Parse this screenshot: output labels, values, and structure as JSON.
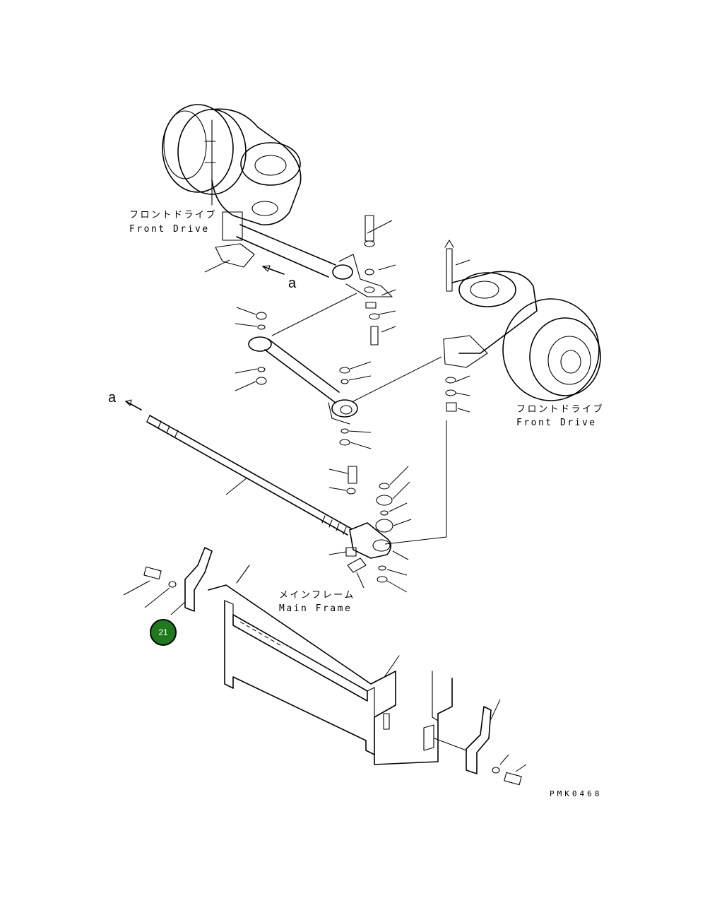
{
  "labels": {
    "front_drive_left_jp": "フロントドライブ",
    "front_drive_left_en": "Front Drive",
    "front_drive_right_jp": "フロントドライブ",
    "front_drive_right_en": "Front Drive",
    "main_frame_jp": "メインフレーム",
    "main_frame_en": "Main Frame",
    "view_ref_a_top": "a",
    "view_ref_a_left": "a",
    "drawing_code": "PMK0468"
  },
  "callouts": [
    {
      "id": "21",
      "label": "21",
      "color": "#1f7a1f"
    }
  ],
  "colors": {
    "line": "#000000",
    "background": "#ffffff",
    "callout_fill": "#1f7a1f"
  }
}
